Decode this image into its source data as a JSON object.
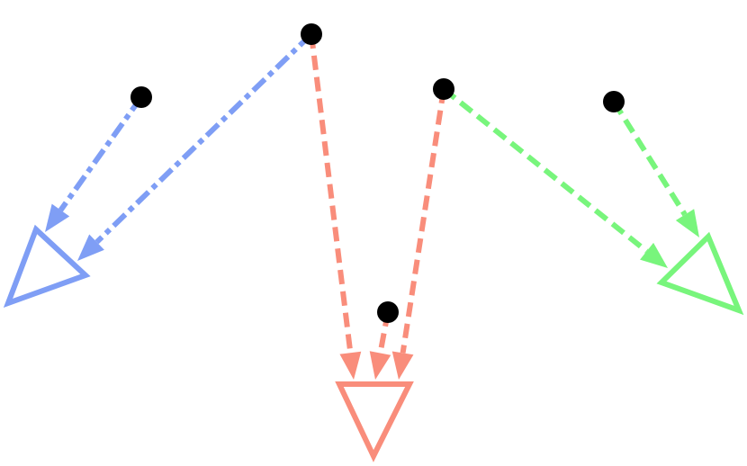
{
  "colors": {
    "blue": "#7f9ef5",
    "salmon": "#f98d7b",
    "green": "#78f57c",
    "node": "#000000",
    "background": "#ffffff"
  },
  "diagram": {
    "sources": [
      {
        "id": "s1"
      },
      {
        "id": "s2"
      },
      {
        "id": "s3"
      },
      {
        "id": "s4"
      },
      {
        "id": "s5"
      }
    ],
    "targets": [
      {
        "id": "t-blue",
        "color_key": "blue",
        "shape": "triangle-outline"
      },
      {
        "id": "t-salmon",
        "color_key": "salmon",
        "shape": "triangle-outline"
      },
      {
        "id": "t-green",
        "color_key": "green",
        "shape": "triangle-outline"
      }
    ],
    "edges": [
      {
        "from": "s1",
        "to": "t-blue",
        "style": "dash-dot"
      },
      {
        "from": "s2",
        "to": "t-blue",
        "style": "dash-dot"
      },
      {
        "from": "s2",
        "to": "t-salmon",
        "style": "dashed"
      },
      {
        "from": "s3",
        "to": "t-salmon",
        "style": "dashed"
      },
      {
        "from": "s4",
        "to": "t-salmon",
        "style": "dashed"
      },
      {
        "from": "s4",
        "to": "t-green",
        "style": "dashed"
      },
      {
        "from": "s5",
        "to": "t-green",
        "style": "dashed"
      }
    ]
  }
}
